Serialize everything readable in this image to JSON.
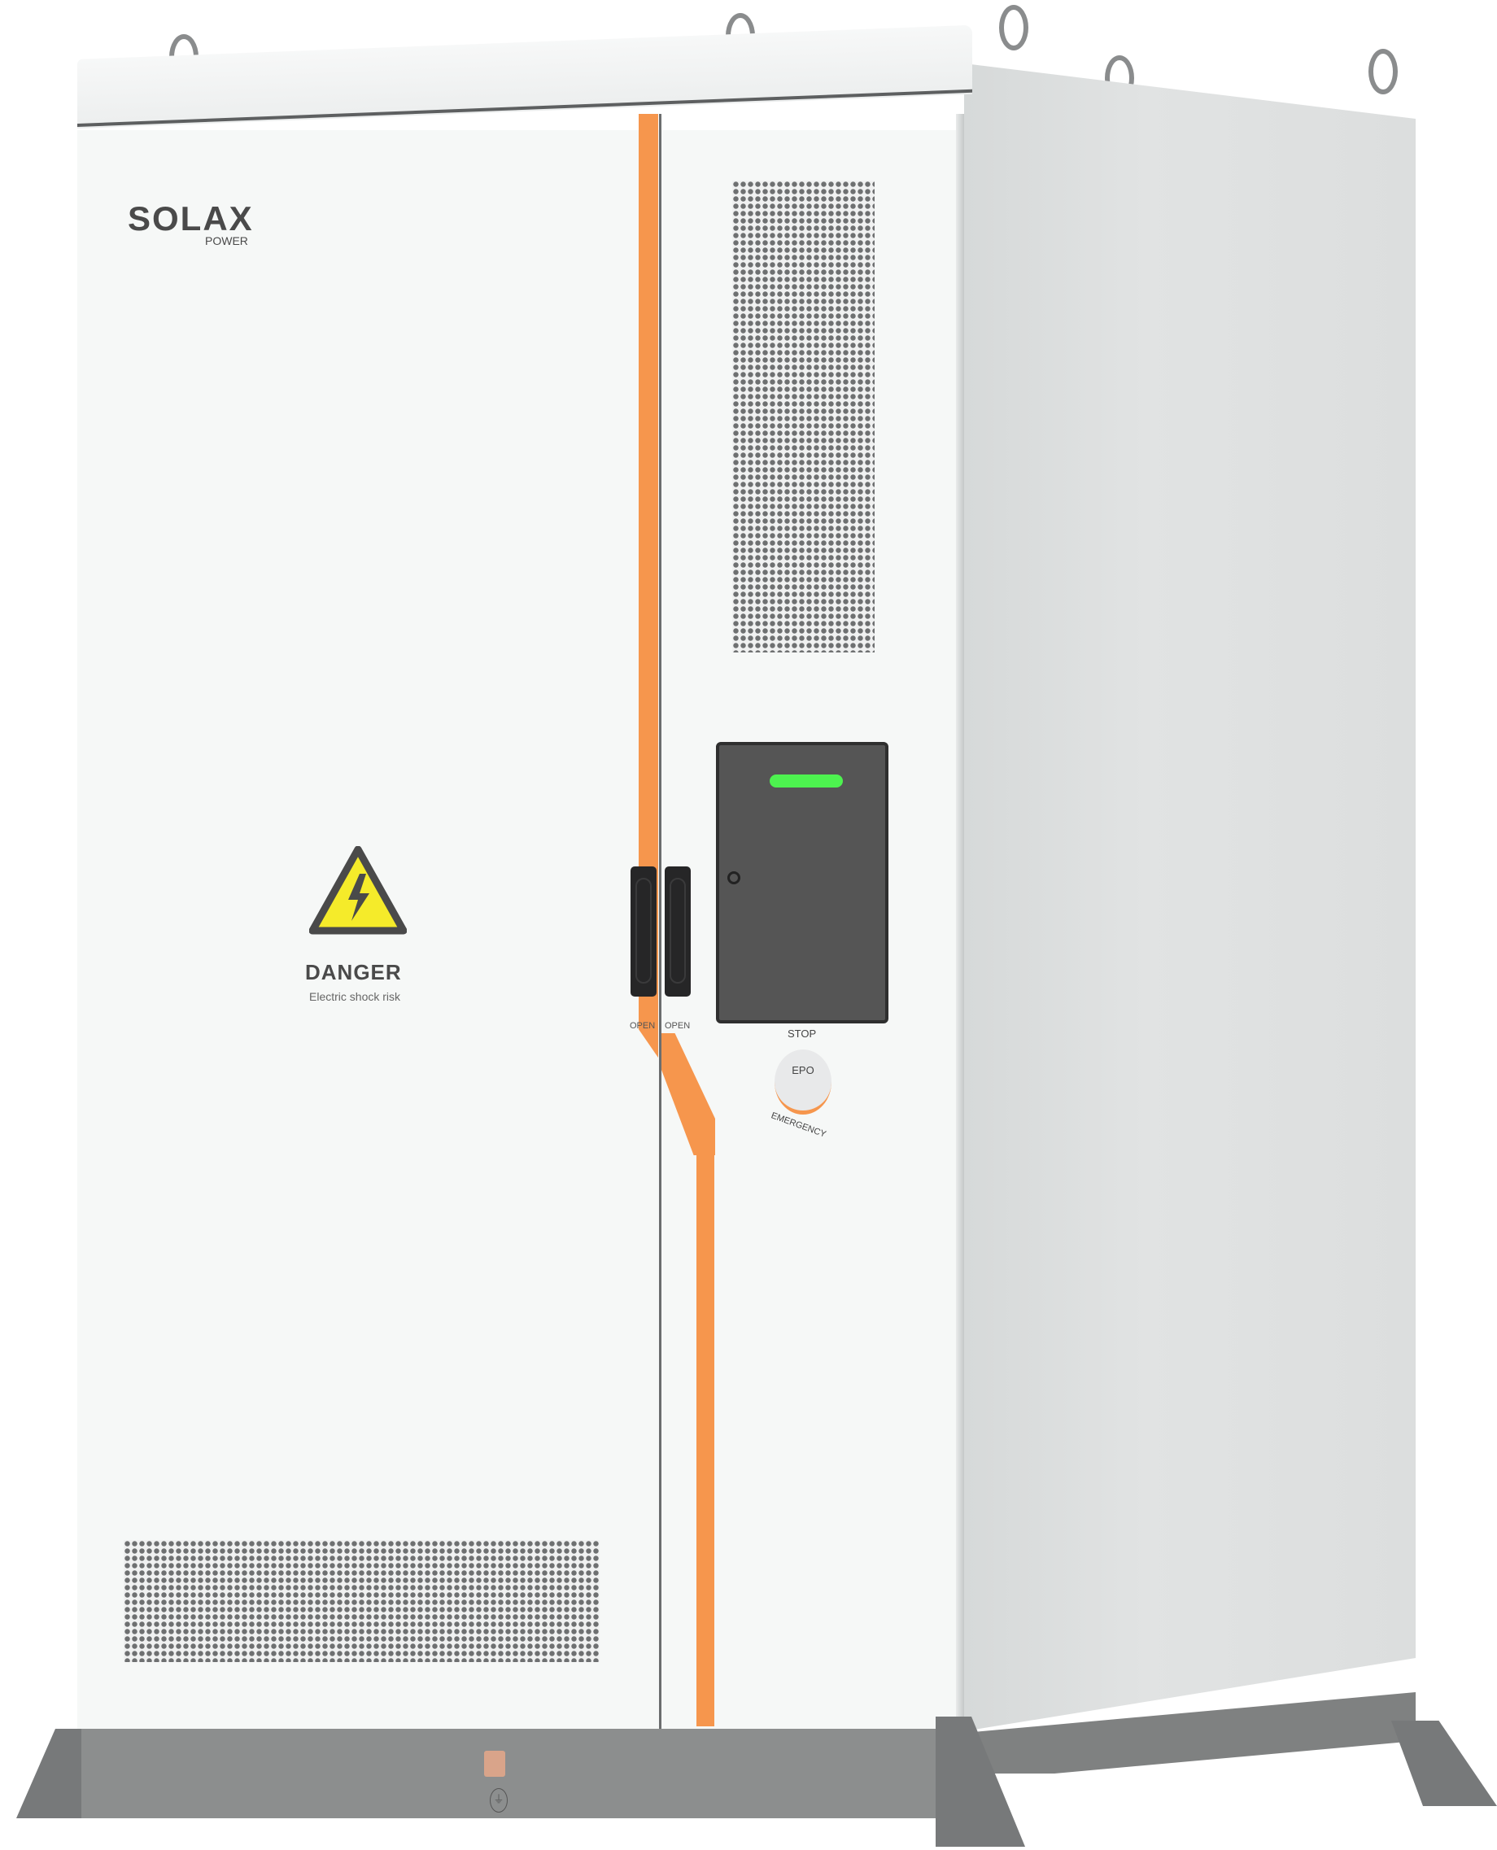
{
  "product": {
    "brand": "SOLAX",
    "brand_sub": "POWER",
    "type": "outdoor cabinet"
  },
  "warning_label": {
    "title": "DANGER",
    "subtitle": "Electric shock risk",
    "icon": "high-voltage-triangle"
  },
  "door_handles": [
    {
      "label": "OPEN"
    },
    {
      "label": "OPEN"
    }
  ],
  "control_panel": {
    "indicator_color": "#4df24f"
  },
  "emergency_stop": {
    "top_label": "STOP",
    "button_label": "EPO",
    "bottom_label": "EMERGENCY"
  },
  "colors": {
    "accent": "#f6964d",
    "body": "#f6f8f7",
    "base": "#8c8e8e",
    "panel": "#555555"
  }
}
